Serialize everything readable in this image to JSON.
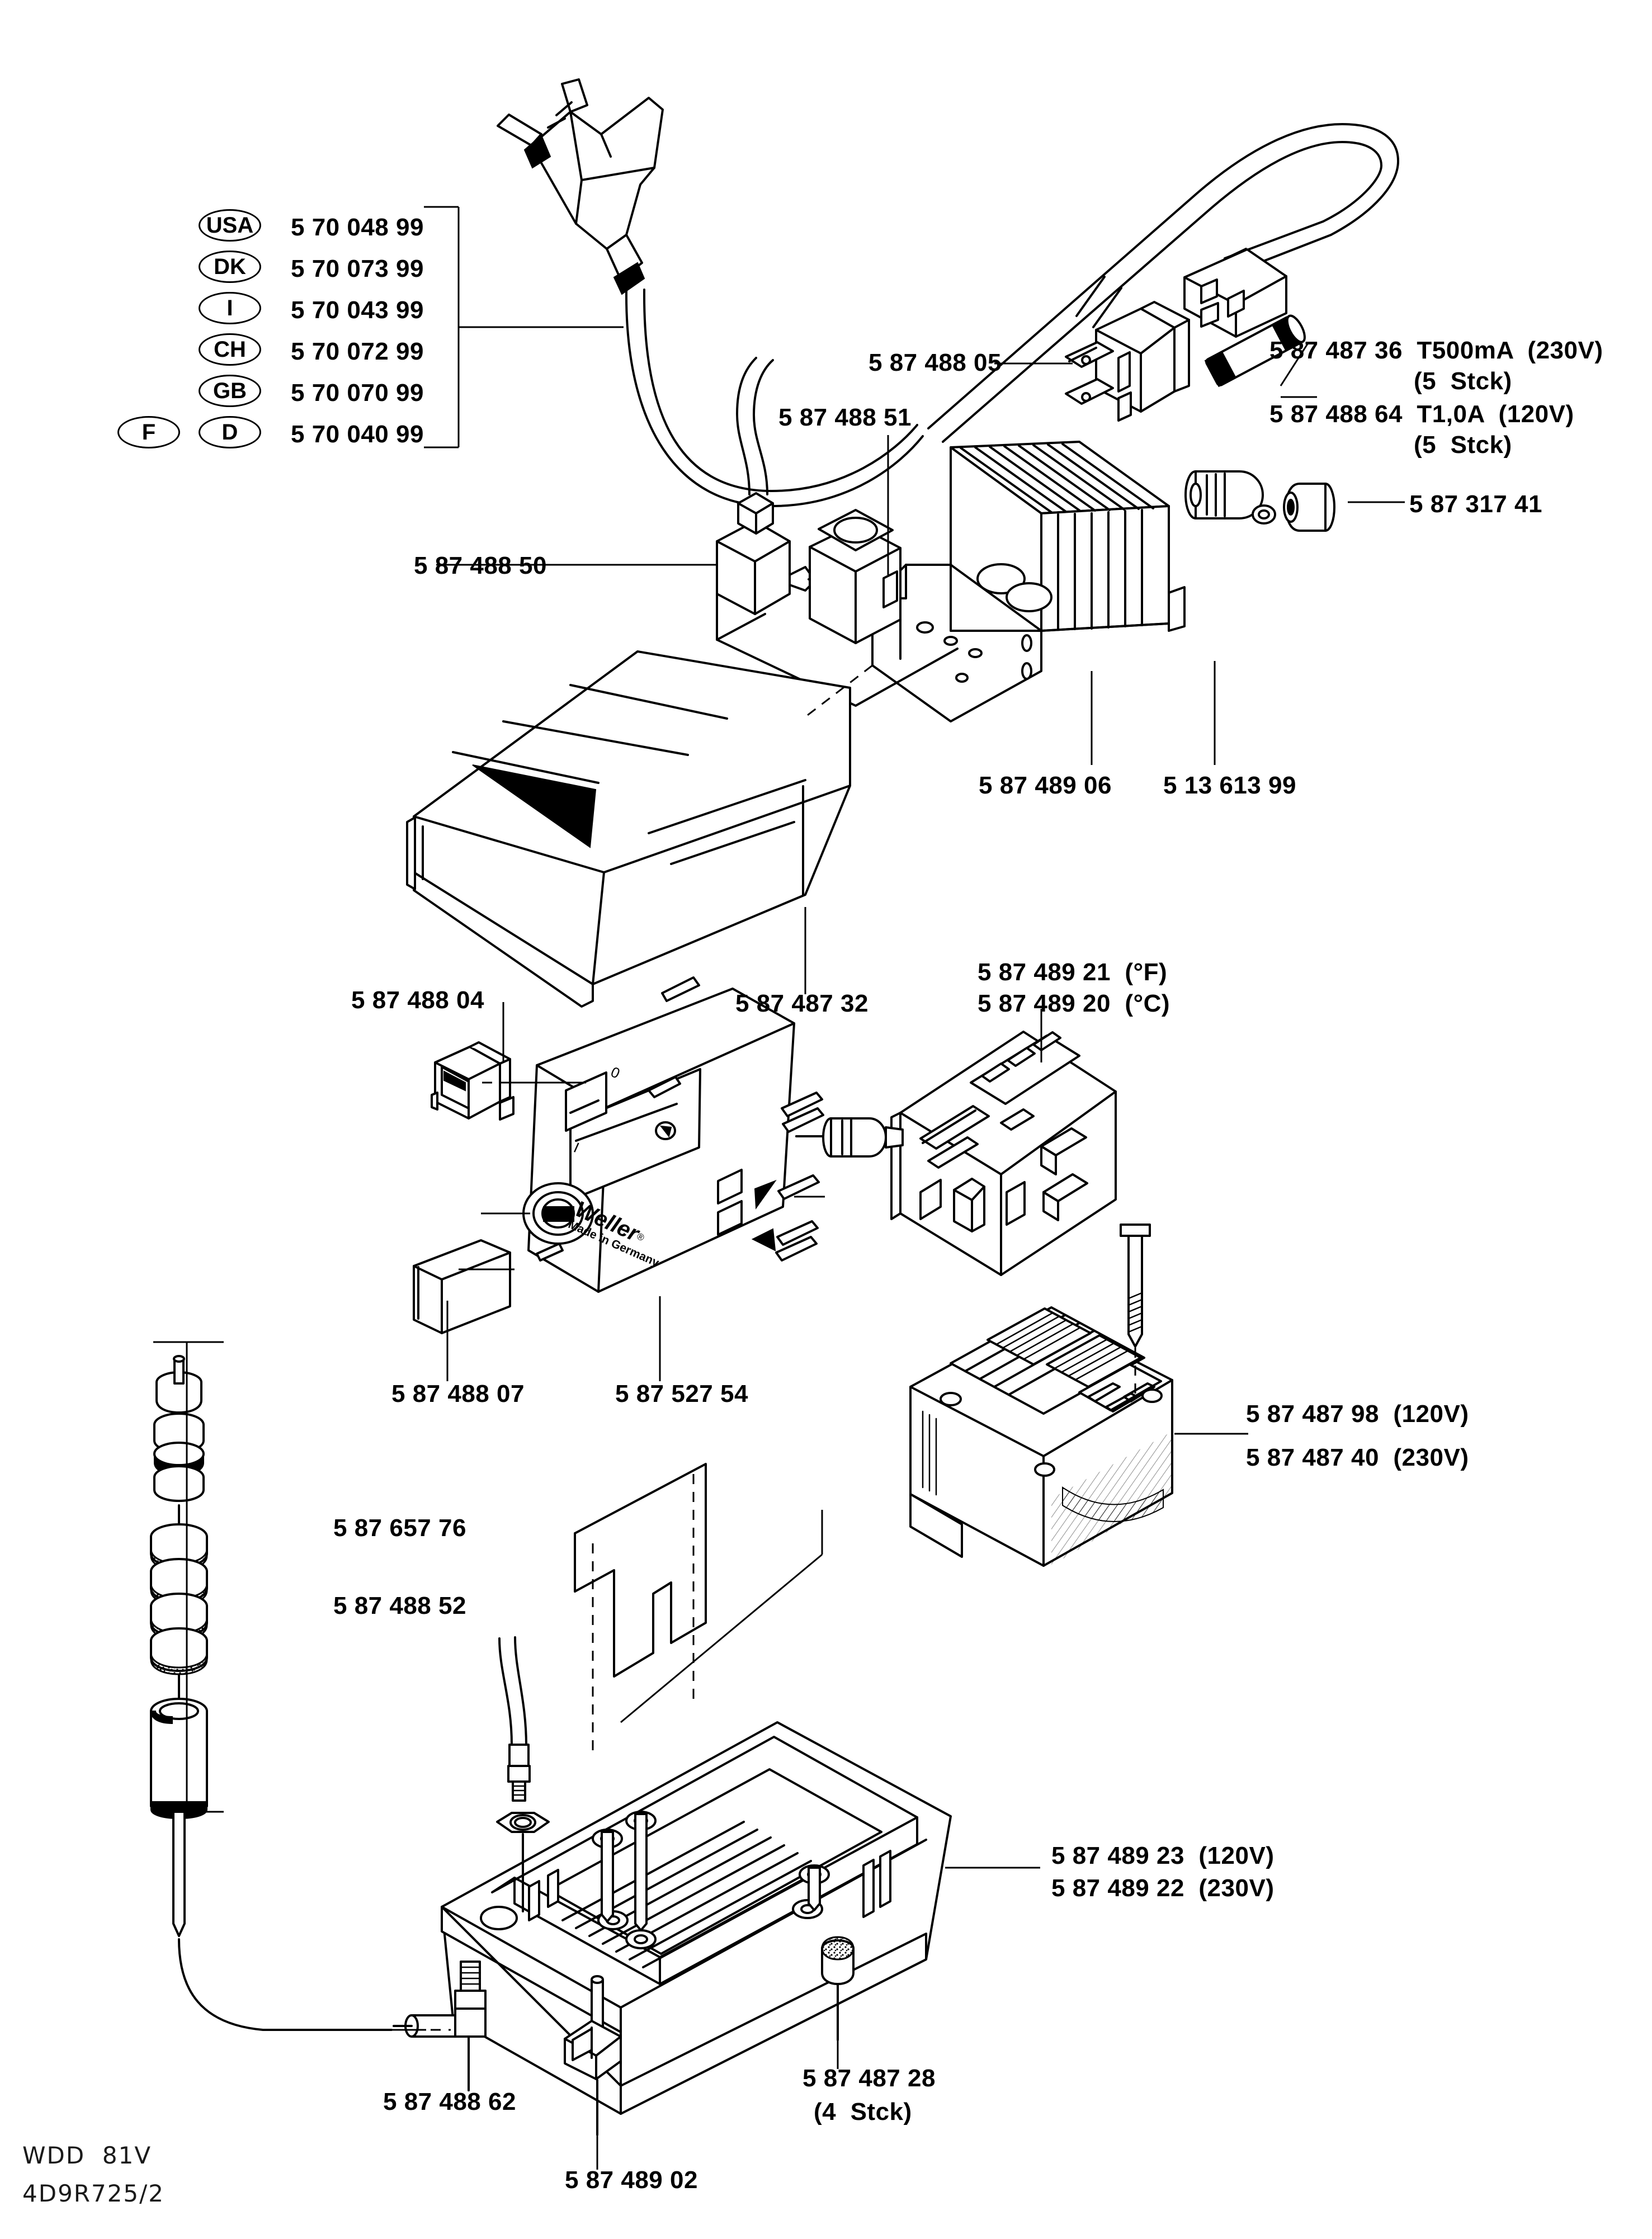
{
  "document": {
    "type": "exploded-view-parts-diagram",
    "model": "WDD  81V",
    "drawing_number": "4D9R725/2"
  },
  "mains_cord_table": {
    "rows": [
      {
        "country": "USA",
        "part": "5 70 048 99"
      },
      {
        "country": "DK",
        "part": "5 70 073 99"
      },
      {
        "country": "I",
        "part": "5 70 043 99"
      },
      {
        "country": "CH",
        "part": "5 70 072 99"
      },
      {
        "country": "GB",
        "part": "5 70 070 99"
      },
      {
        "country": "D",
        "part": "5 70 040 99"
      }
    ],
    "extra_country": "F"
  },
  "parts": {
    "appliance_inlet": "5 87 488 05",
    "fuse_230v": {
      "part": "5 87 487 36",
      "rating": "T500mA",
      "voltage": "(230V)",
      "qty": "(5  Stck)"
    },
    "fuse_120v": {
      "part": "5 87 488 64",
      "rating": "T1,0A",
      "voltage": "(120V)",
      "qty": "(5  Stck)"
    },
    "pump_assembly": "5 87 488 51",
    "vacuum_fitting": "5 87 488 50",
    "connector_socket": "5 87 317 41",
    "heatsink_bracket": "5 87 489 06",
    "potentiometer_knob": "5 13 613 99",
    "cover_hood": "5 87 487 32",
    "rocker_switch": "5 87 488 04",
    "display_board_f": {
      "part": "5 87 489 21",
      "unit": "(°F)"
    },
    "display_board_c": {
      "part": "5 87 489 20",
      "unit": "(°C)"
    },
    "blanking_plate": "5 87 488 07",
    "front_panel": "5 87 527 54",
    "transformer_120v": {
      "part": "5 87 487 98",
      "voltage": "(120V)"
    },
    "transformer_230v": {
      "part": "5 87 487 40",
      "voltage": "(230V)"
    },
    "filter_elements": "5 87 657 76",
    "filter_cartridge": "5 87 488 52",
    "base_120v": {
      "part": "5 87 489 23",
      "voltage": "(120V)"
    },
    "base_230v": {
      "part": "5 87 489 22",
      "voltage": "(230V)"
    },
    "elbow_fitting": "5 87 488 62",
    "cable_clamp": "5 87 489 02",
    "rubber_feet": {
      "part": "5 87 487 28",
      "qty": "(4  Stck)"
    }
  },
  "branding": {
    "logo": "Weller",
    "registered": "®",
    "origin": "Made in Germany"
  },
  "panel_markings": {
    "switch_on": "0",
    "switch_off": "I"
  }
}
